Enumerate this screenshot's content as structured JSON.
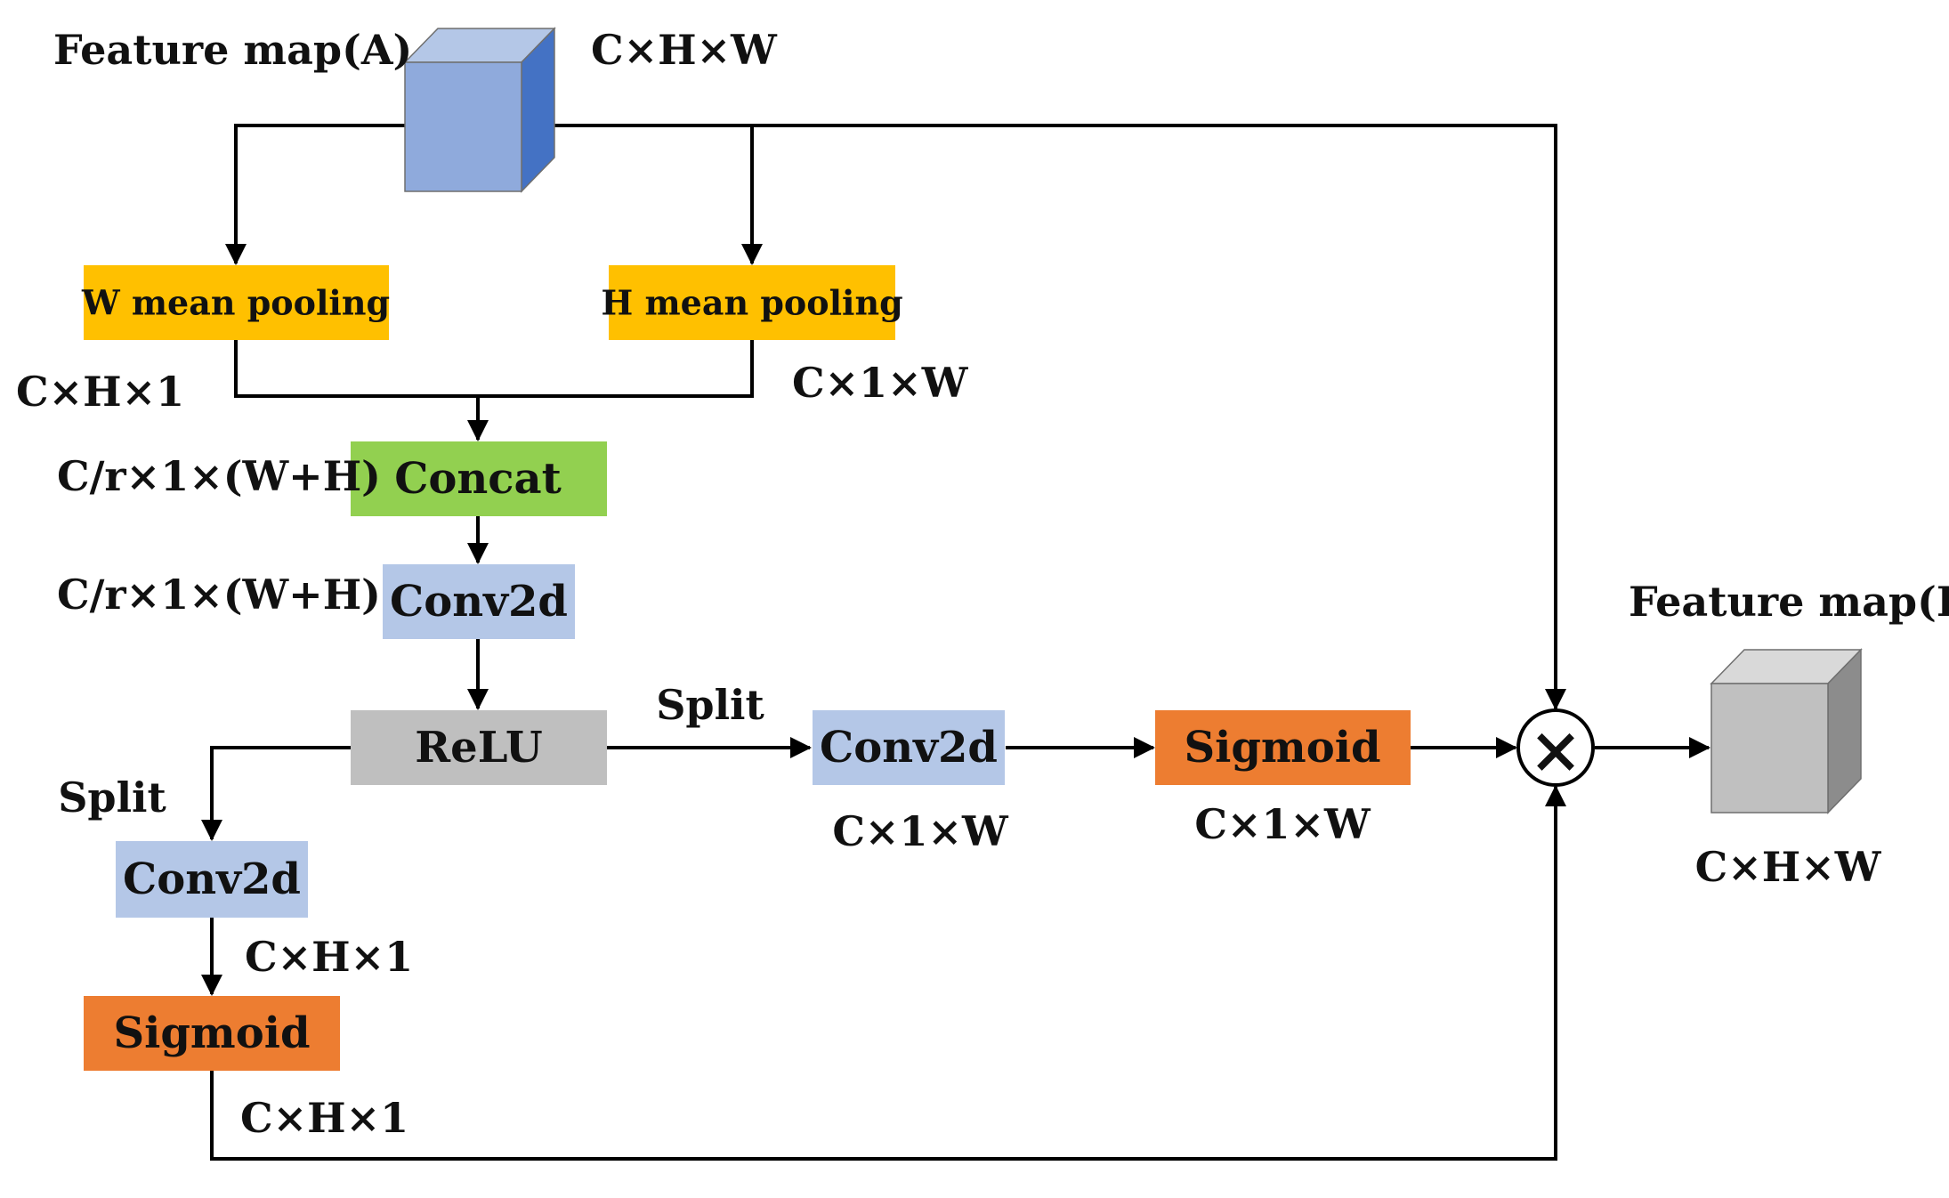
{
  "diagram": {
    "feature_map_a": {
      "label": "Feature map(A)",
      "dims": "C×H×W",
      "colors": {
        "front": "#8FAADC",
        "top": "#B4C7E7",
        "side": "#4472C4"
      }
    },
    "feature_map_b": {
      "label": "Feature map(B)",
      "dims": "C×H×W",
      "colors": {
        "front": "#C0C0C0",
        "top": "#D9D9D9",
        "side": "#8C8C8C"
      }
    },
    "nodes": {
      "w_pool": {
        "label": "W mean pooling",
        "color": "#FFC000"
      },
      "h_pool": {
        "label": "H mean pooling",
        "color": "#FFC000"
      },
      "concat": {
        "label": "Concat",
        "color": "#92D050"
      },
      "conv_shared": {
        "label": "Conv2d",
        "color": "#B4C7E7"
      },
      "relu": {
        "label": "ReLU",
        "color": "#BFBFBF"
      },
      "conv_w": {
        "label": "Conv2d",
        "color": "#B4C7E7"
      },
      "sigmoid_w": {
        "label": "Sigmoid",
        "color": "#ED7D31"
      },
      "conv_h": {
        "label": "Conv2d",
        "color": "#B4C7E7"
      },
      "sigmoid_h": {
        "label": "Sigmoid",
        "color": "#ED7D31"
      },
      "multiply": {
        "label": "×"
      }
    },
    "annotations": {
      "w_pool_out": "C×H×1",
      "h_pool_out": "C×1×W",
      "concat_out": "C/r×1×(W+H)",
      "conv_shared_out": "C/r×1×(W+H)",
      "split_w": "Split",
      "split_h": "Split",
      "conv_w_out": "C×1×W",
      "sigmoid_w_out": "C×1×W",
      "conv_h_out": "C×H×1",
      "sigmoid_h_out": "C×H×1"
    },
    "edge_color": "#000000"
  }
}
